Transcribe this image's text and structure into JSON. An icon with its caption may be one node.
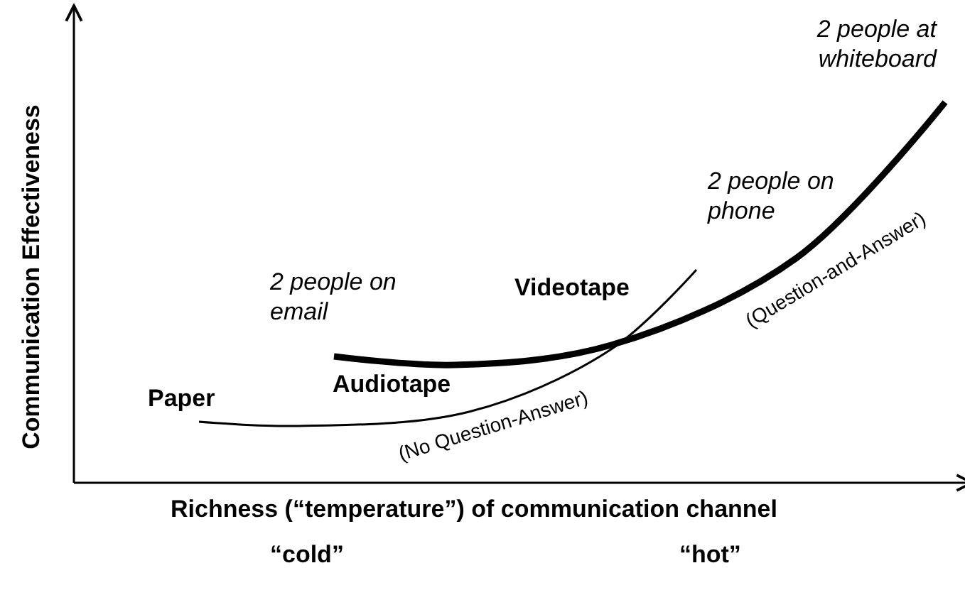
{
  "diagram": {
    "labels": [
      "Communication Effectiveness",
      "2 people at whiteboard",
      "2 people on phone",
      "2 people on email",
      "Videotape",
      "(Question-and-Answer)",
      "Paper",
      "Audiotape",
      "(No Question-Answer)",
      "Richness (“temperature”) of communication channel",
      "“cold”",
      "“hot”"
    ]
  }
}
